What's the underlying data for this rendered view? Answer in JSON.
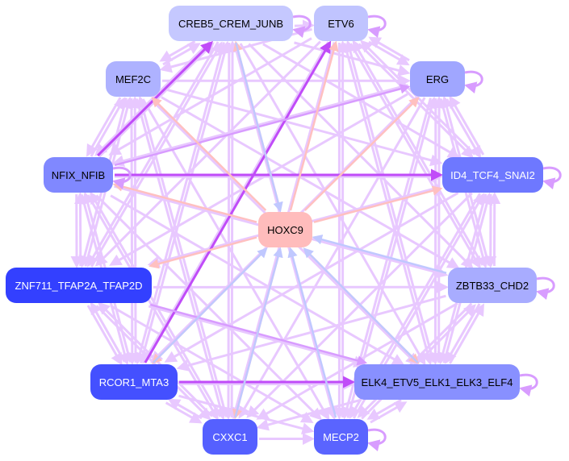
{
  "nodes": [
    {
      "id": "CREB5_CREM_JUNB",
      "label": "CREB5_CREM_JUNB",
      "fill": "#c5c8ff",
      "text": "#000000"
    },
    {
      "id": "ETV6",
      "label": "ETV6",
      "fill": "#c0c4ff",
      "text": "#000000"
    },
    {
      "id": "MEF2C",
      "label": "MEF2C",
      "fill": "#aeb2ff",
      "text": "#000000"
    },
    {
      "id": "ERG",
      "label": "ERG",
      "fill": "#a0a6ff",
      "text": "#000000"
    },
    {
      "id": "NFIX_NFIB",
      "label": "NFIX_NFIB",
      "fill": "#8088ff",
      "text": "#000000"
    },
    {
      "id": "ID4_TCF4_SNAI2",
      "label": "ID4_TCF4_SNAI2",
      "fill": "#6e78ff",
      "text": "#ffffff"
    },
    {
      "id": "HOXC9",
      "label": "HOXC9",
      "fill": "#ffbcbc",
      "text": "#000000"
    },
    {
      "id": "ZNF711_TFAP2A_TFAP2D",
      "label": "ZNF711_TFAP2A_TFAP2D",
      "fill": "#3340ff",
      "text": "#ffffff"
    },
    {
      "id": "ZBTB33_CHD2",
      "label": "ZBTB33_CHD2",
      "fill": "#a8acff",
      "text": "#000000"
    },
    {
      "id": "RCOR1_MTA3",
      "label": "RCOR1_MTA3",
      "fill": "#4450ff",
      "text": "#ffffff"
    },
    {
      "id": "ELK4_ETV5_ELK1_ELK3_ELF4",
      "label": "ELK4_ETV5_ELK1_ELK3_ELF4",
      "fill": "#8890ff",
      "text": "#000000"
    },
    {
      "id": "CXXC1",
      "label": "CXXC1",
      "fill": "#5560ff",
      "text": "#ffffff"
    },
    {
      "id": "MECP2",
      "label": "MECP2",
      "fill": "#5a64ff",
      "text": "#ffffff"
    }
  ],
  "edge_colors": {
    "light": "#e8c8ff",
    "medium": "#d89cff",
    "strong": "#c04cf8",
    "pink": "#ffc0c0",
    "blue": "#c0c8ff"
  },
  "special_edges": [
    [
      "NFIX_NFIB",
      "ID4_TCF4_SNAI2",
      "strong"
    ],
    [
      "RCOR1_MTA3",
      "ELK4_ETV5_ELK1_ELK3_ELF4",
      "strong"
    ],
    [
      "RCOR1_MTA3",
      "ETV6",
      "strong"
    ],
    [
      "NFIX_NFIB",
      "CREB5_CREM_JUNB",
      "strong"
    ],
    [
      "NFIX_NFIB",
      "ERG",
      "medium"
    ],
    [
      "ZNF711_TFAP2A_TFAP2D",
      "ELK4_ETV5_ELK1_ELK3_ELF4",
      "medium"
    ],
    [
      "HOXC9",
      "MEF2C",
      "pink"
    ],
    [
      "HOXC9",
      "NFIX_NFIB",
      "pink"
    ],
    [
      "HOXC9",
      "ETV6",
      "pink"
    ],
    [
      "HOXC9",
      "ERG",
      "pink"
    ],
    [
      "HOXC9",
      "ID4_TCF4_SNAI2",
      "pink"
    ],
    [
      "HOXC9",
      "ZNF711_TFAP2A_TFAP2D",
      "pink"
    ],
    [
      "HOXC9",
      "RCOR1_MTA3",
      "pink"
    ],
    [
      "HOXC9",
      "CXXC1",
      "pink"
    ],
    [
      "HOXC9",
      "ELK4_ETV5_ELK1_ELK3_ELF4",
      "pink"
    ],
    [
      "HOXC9",
      "CREB5_CREM_JUNB",
      "pink"
    ],
    [
      "CREB5_CREM_JUNB",
      "HOXC9",
      "blue"
    ],
    [
      "ZBTB33_CHD2",
      "HOXC9",
      "blue"
    ],
    [
      "MECP2",
      "HOXC9",
      "blue"
    ],
    [
      "CXXC1",
      "HOXC9",
      "blue"
    ],
    [
      "ELK4_ETV5_ELK1_ELK3_ELF4",
      "HOXC9",
      "blue"
    ],
    [
      "RCOR1_MTA3",
      "HOXC9",
      "blue"
    ]
  ],
  "self_loops": [
    "CREB5_CREM_JUNB",
    "ETV6",
    "ERG",
    "NFIX_NFIB",
    "ID4_TCF4_SNAI2",
    "ZBTB33_CHD2",
    "ELK4_ETV5_ELK1_ELK3_ELF4",
    "MECP2"
  ]
}
